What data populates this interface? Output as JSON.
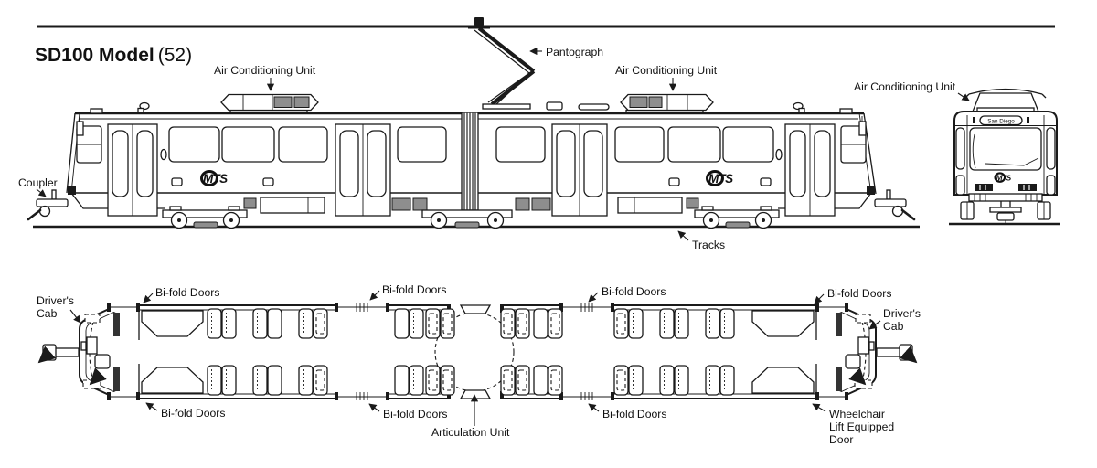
{
  "title": {
    "model": "SD100 Model",
    "fleet_count": "(52)"
  },
  "colors": {
    "line": "#1a1a1a",
    "gray_fill": "#8e8e8e",
    "background": "#ffffff"
  },
  "side_view": {
    "labels": {
      "coupler": "Coupler",
      "air_conditioning_left": "Air Conditioning Unit",
      "pantograph": "Pantograph",
      "air_conditioning_right": "Air Conditioning Unit",
      "tracks": "Tracks"
    },
    "logo": "MTS"
  },
  "front_view": {
    "label_air_conditioning": "Air Conditioning Unit",
    "destination_sign": "San Diego",
    "logo": "MTS"
  },
  "plan_view": {
    "labels": {
      "drivers_cab_left_line1": "Driver's",
      "drivers_cab_left_line2": "Cab",
      "drivers_cab_right_line1": "Driver's",
      "drivers_cab_right_line2": "Cab",
      "bifold_top_left": "Bi-fold Doors",
      "bifold_top_midleft": "Bi-fold Doors",
      "bifold_top_midright": "Bi-fold Doors",
      "bifold_top_right": "Bi-fold Doors",
      "bifold_bottom_left": "Bi-fold Doors",
      "bifold_bottom_mid": "Bi-fold Doors",
      "bifold_bottom_midright": "Bi-fold Doors",
      "articulation_unit": "Articulation Unit",
      "wheelchair_line1": "Wheelchair",
      "wheelchair_line2": "Lift Equipped",
      "wheelchair_line3": "Door"
    }
  }
}
